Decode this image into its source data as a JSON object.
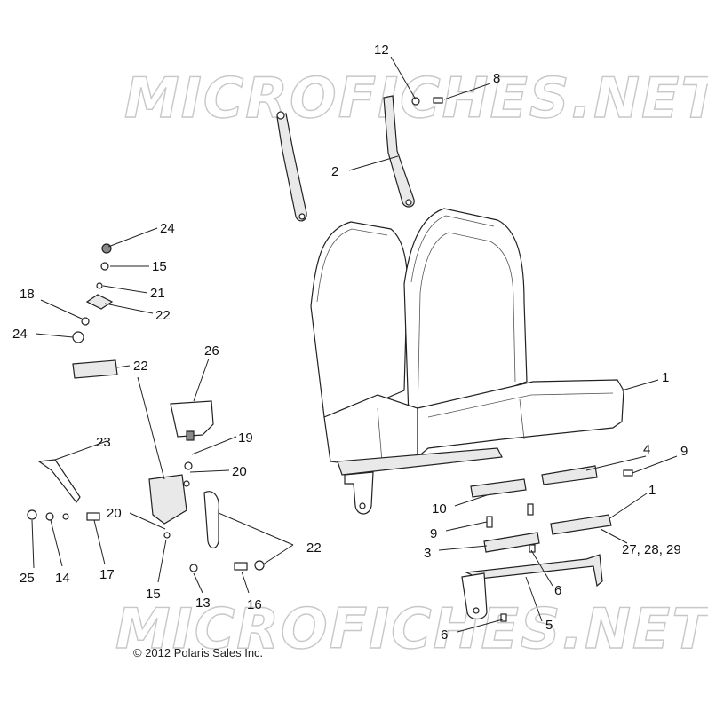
{
  "watermark": "MICROFICHES.NET",
  "copyright": "© 2012 Polaris Sales Inc.",
  "callouts": {
    "c1a": "1",
    "c1b": "1",
    "c2": "2",
    "c3": "3",
    "c4": "4",
    "c5": "5",
    "c6a": "6",
    "c6b": "6",
    "c8": "8",
    "c9a": "9",
    "c9b": "9",
    "c10": "10",
    "c12": "12",
    "c13": "13",
    "c14": "14",
    "c15a": "15",
    "c15b": "15",
    "c16": "16",
    "c17": "17",
    "c18": "18",
    "c19": "19",
    "c20a": "20",
    "c20b": "20",
    "c21": "21",
    "c22a": "22",
    "c22b": "22",
    "c22c": "22",
    "c23": "23",
    "c24a": "24",
    "c24b": "24",
    "c25": "25",
    "c26": "26",
    "c272829": "27, 28, 29"
  }
}
